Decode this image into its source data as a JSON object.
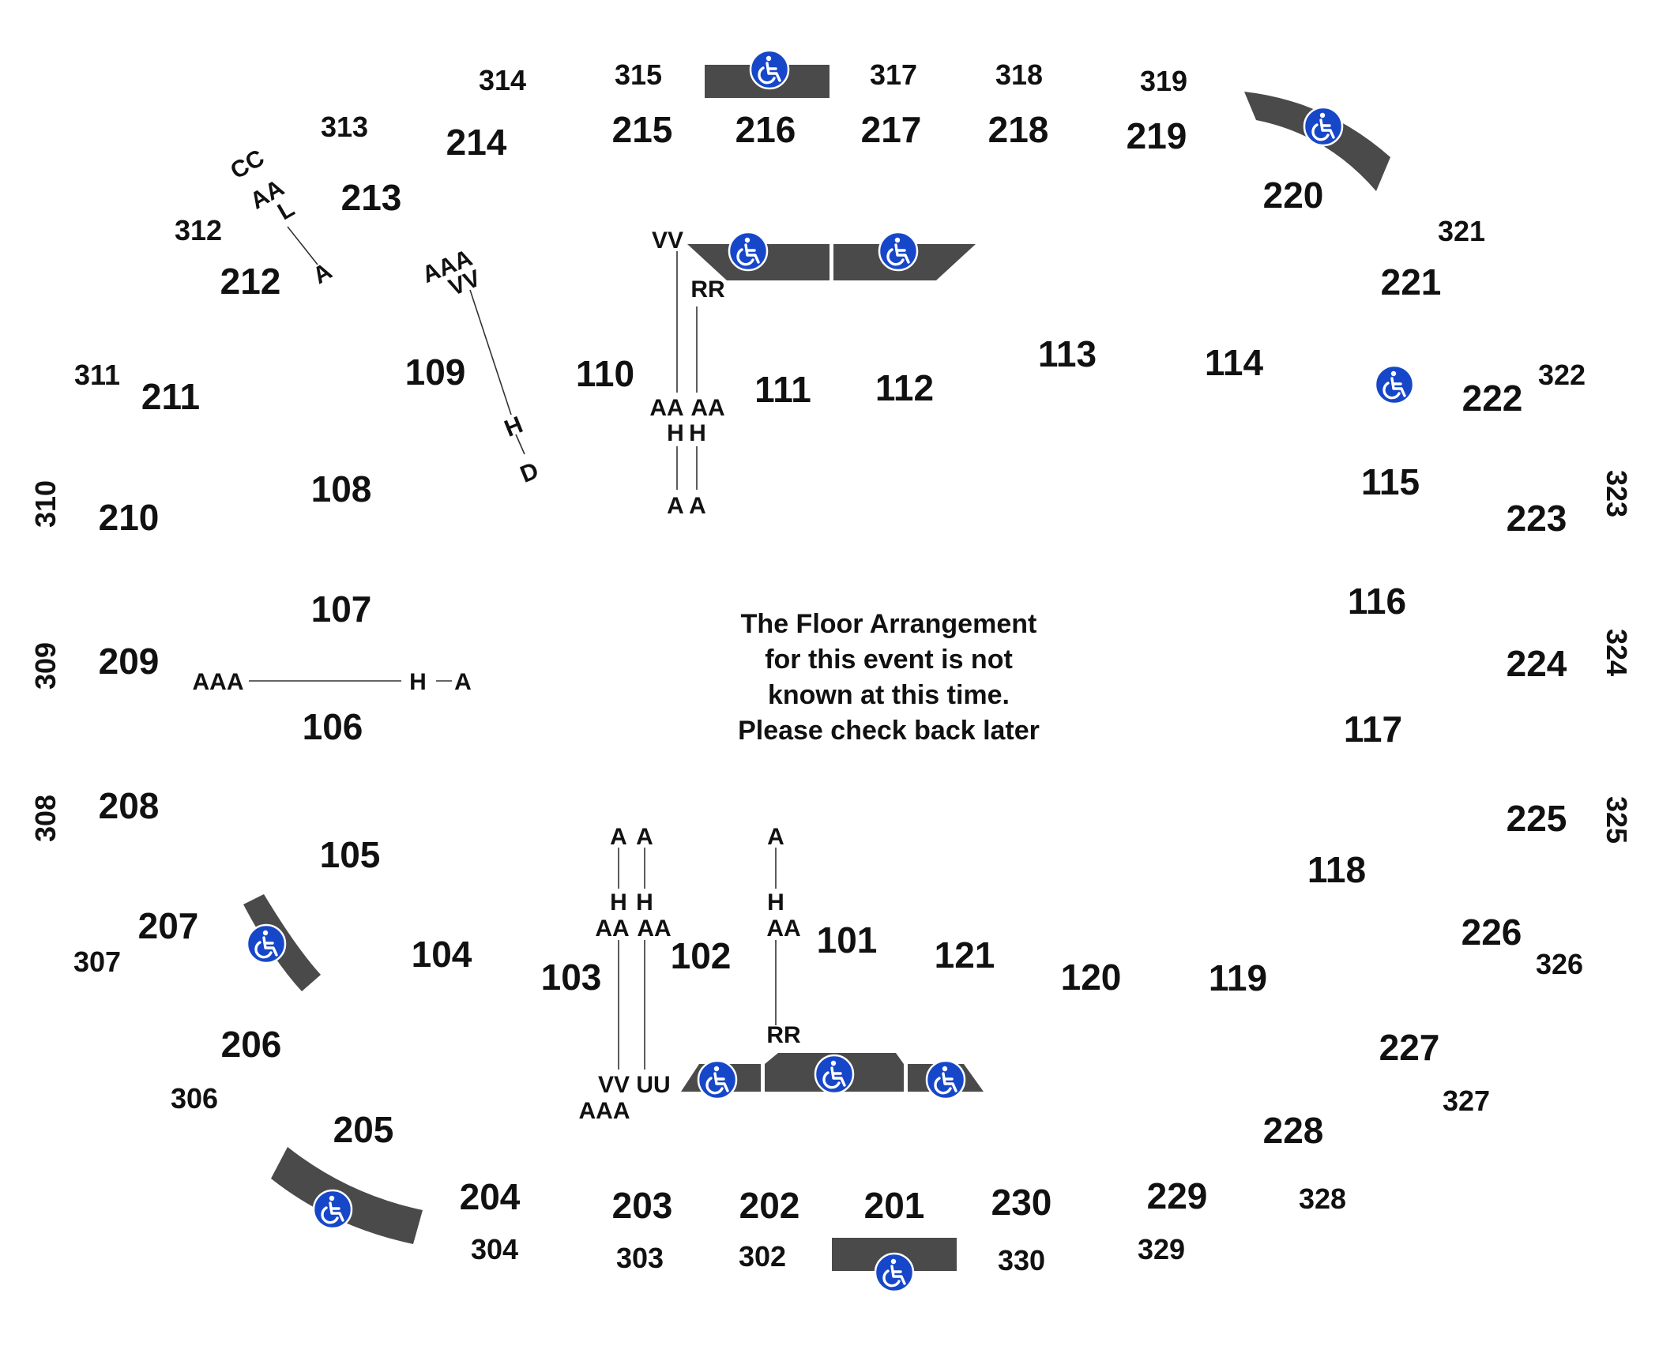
{
  "colors": {
    "accessible_blue": "#1747c9",
    "platform_gray": "#4a4a4a",
    "text": "#111111"
  },
  "icons": {
    "accessible": "wheelchair-icon"
  },
  "floor_message": [
    "The Floor Arrangement",
    "for this event is not",
    "known at this time.",
    "Please check back later"
  ],
  "sections_100": {
    "s101": "101",
    "s102": "102",
    "s103": "103",
    "s104": "104",
    "s105": "105",
    "s106": "106",
    "s107": "107",
    "s108": "108",
    "s109": "109",
    "s110": "110",
    "s111": "111",
    "s112": "112",
    "s113": "113",
    "s114": "114",
    "s115": "115",
    "s116": "116",
    "s117": "117",
    "s118": "118",
    "s119": "119",
    "s120": "120",
    "s121": "121"
  },
  "sections_200": {
    "s201": "201",
    "s202": "202",
    "s203": "203",
    "s204": "204",
    "s205": "205",
    "s206": "206",
    "s207": "207",
    "s208": "208",
    "s209": "209",
    "s210": "210",
    "s211": "211",
    "s212": "212",
    "s213": "213",
    "s214": "214",
    "s215": "215",
    "s216": "216",
    "s217": "217",
    "s218": "218",
    "s219": "219",
    "s220": "220",
    "s221": "221",
    "s222": "222",
    "s223": "223",
    "s224": "224",
    "s225": "225",
    "s226": "226",
    "s227": "227",
    "s228": "228",
    "s229": "229",
    "s230": "230"
  },
  "sections_300": {
    "s302": "302",
    "s303": "303",
    "s304": "304",
    "s306": "306",
    "s307": "307",
    "s308": "308",
    "s309": "309",
    "s310": "310",
    "s311": "311",
    "s312": "312",
    "s313": "313",
    "s314": "314",
    "s315": "315",
    "s317": "317",
    "s318": "318",
    "s319": "319",
    "s321": "321",
    "s322": "322",
    "s323": "323",
    "s324": "324",
    "s325": "325",
    "s326": "326",
    "s327": "327",
    "s328": "328",
    "s329": "329",
    "s330": "330"
  },
  "row_labels": {
    "sec212": {
      "cc": "CC",
      "aa": "AA",
      "l": "L",
      "a": "A"
    },
    "sec109": {
      "aaa": "AAA",
      "vv": "VV",
      "h": "H",
      "d": "D"
    },
    "sec110": {
      "vv": "VV",
      "aa": "AA",
      "h": "H",
      "a": "A"
    },
    "sec111": {
      "rr": "RR",
      "aa": "AA",
      "h": "H",
      "a": "A"
    },
    "sec106": {
      "aaa": "AAA",
      "h": "H",
      "a": "A"
    },
    "sec103": {
      "a": "A",
      "h": "H",
      "aa": "AA",
      "vv": "VV",
      "aaa": "AAA"
    },
    "sec102": {
      "a": "A",
      "h": "H",
      "aa": "AA",
      "uu": "UU"
    },
    "sec101": {
      "a": "A",
      "h": "H",
      "aa": "AA",
      "rr": "RR"
    }
  }
}
